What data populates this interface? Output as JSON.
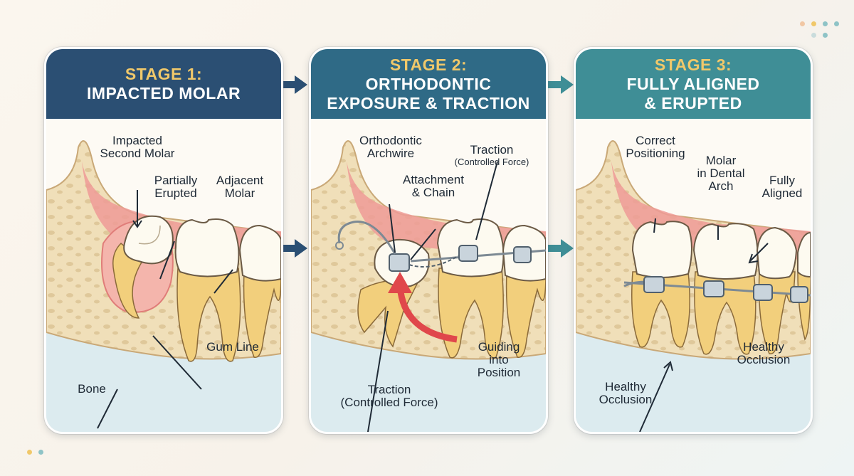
{
  "colors": {
    "header_stage1": "#2b4f73",
    "header_stage2": "#2f6a86",
    "header_stage3": "#3f8e96",
    "stage_text": "#f0c86a",
    "bone": "#f0dfb9",
    "gum": "#ef9b96",
    "tooth": "#fdfaf0",
    "root": "#f2cf7c",
    "guide_arrow": "#e0474b"
  },
  "panels": [
    {
      "stage": "STAGE 1:",
      "title_lines": [
        "IMPACTED MOLAR"
      ],
      "labels": {
        "impacted": "Impacted\nSecond Molar",
        "partial": "Partially\nErupted",
        "adjacent": "Adjacent\nMolar",
        "gum": "Gum Line",
        "bone": "Bone"
      }
    },
    {
      "stage": "STAGE 2:",
      "title_lines": [
        "ORTHODONTIC",
        "EXPOSURE & TRACTION"
      ],
      "labels": {
        "archwire": "Orthodontic\nArchwire",
        "traction_top": "Traction",
        "traction_top_sub": "(Controlled Force)",
        "attachment": "Attachment\n& Chain",
        "guiding": "Guiding into\nPosition",
        "traction_bottom": "Traction\n(Controlled Force)"
      }
    },
    {
      "stage": "STAGE 3:",
      "title_lines": [
        "FULLY ALIGNED",
        "& ERUPTED"
      ],
      "labels": {
        "correct": "Correct\nPositioning",
        "arch": "Molar\nin Dental\nArch",
        "aligned": "Fully\nAligned",
        "occlusion_right": "Healthy\nOcclusion",
        "occlusion_bottom": "Healthy\nOcclusion"
      }
    }
  ]
}
